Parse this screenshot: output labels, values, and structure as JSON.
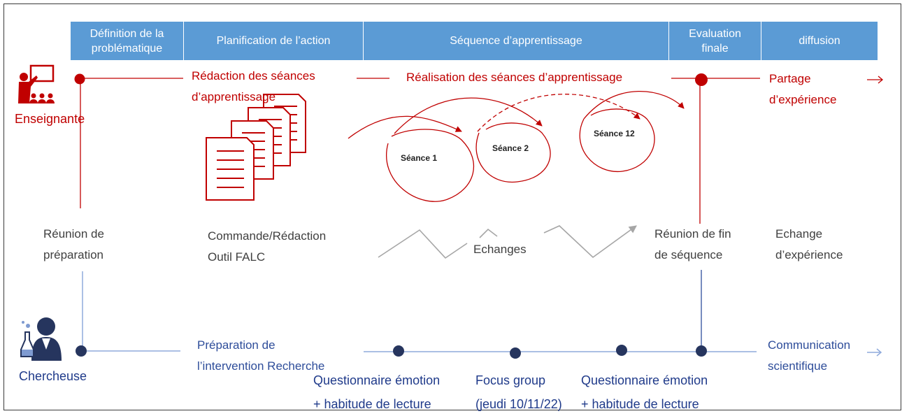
{
  "header": [
    {
      "label": "Définition de la\nproblématique"
    },
    {
      "label": "Planification de l’action"
    },
    {
      "label": "Séquence d’apprentissage"
    },
    {
      "label": "Evaluation\nfinale"
    },
    {
      "label": "diffusion"
    }
  ],
  "actors": {
    "teacher": "Enseignante",
    "researcher": "Chercheuse"
  },
  "teacher_row": {
    "redaction": "Rédaction des séances\nd’apprentissage",
    "realisation": "Réalisation des séances d’apprentissage",
    "partage": "Partage\nd’expérience"
  },
  "sessions": [
    "Séance 1",
    "Séance 2",
    "Séance 12"
  ],
  "middle_row": {
    "reunion_prep": "Réunion de\npréparation",
    "commande": "Commande/Rédaction\nOutil FALC",
    "echanges": "Echanges",
    "reunion_fin": "Réunion de fin\nde séquence",
    "echange_exp": "Echange\nd’expérience"
  },
  "researcher_row": {
    "preparation": "Préparation de\nl’intervention Recherche",
    "quest1": "Questionnaire émotion\n+ habitude de lecture",
    "focus": "Focus group\n(jeudi 10/11/22)",
    "quest2": "Questionnaire émotion\n+ habitude de lecture",
    "communication": "Communication\nscientifique"
  },
  "colors": {
    "header": "#5b9bd5",
    "teacher": "#c00000",
    "researcher": "#2e4d9a",
    "researcher_line": "#8faadc",
    "exchange": "#a6a6a6"
  },
  "icons": [
    "teacher-presentation-icon",
    "scientist-icon",
    "documents-icon"
  ]
}
